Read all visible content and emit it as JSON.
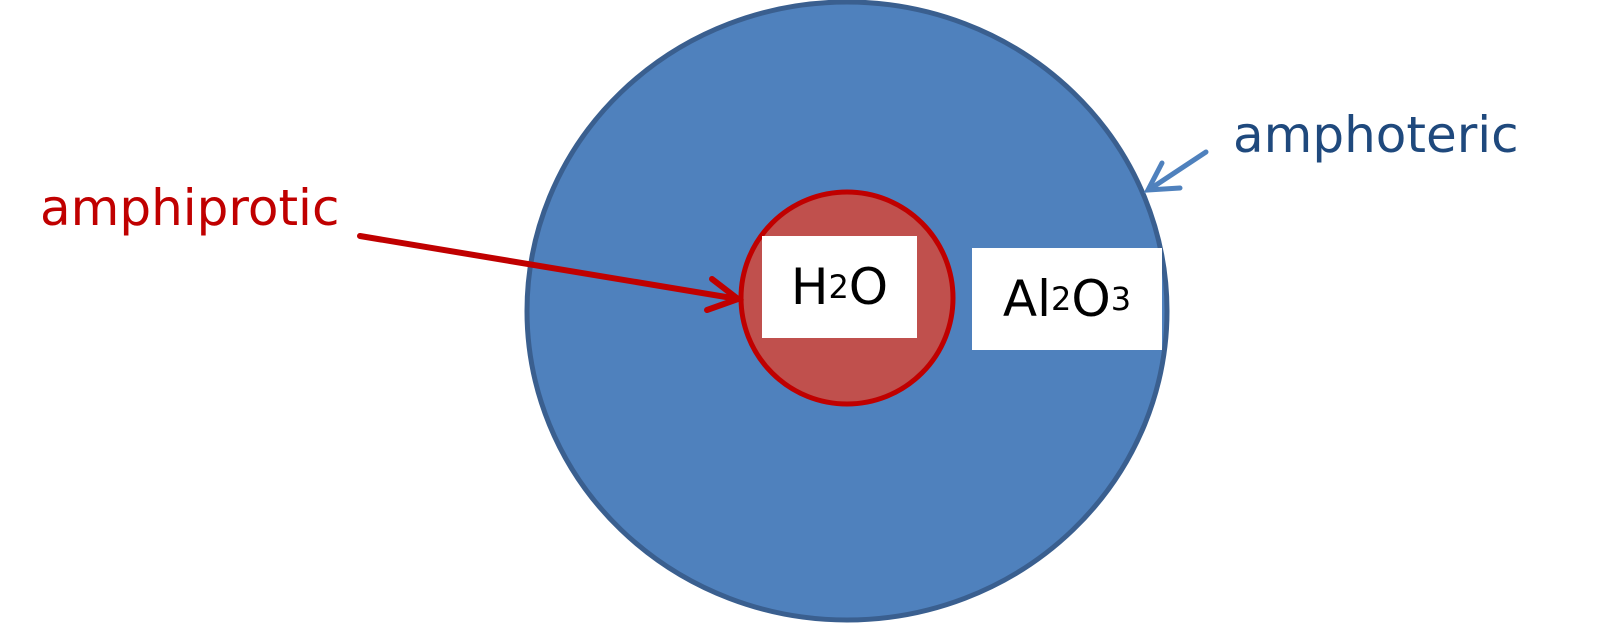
{
  "labels": {
    "amphiprotic": "amphiprotic",
    "amphoteric": "amphoteric"
  },
  "compounds": {
    "water": {
      "base1": "H",
      "sub1": "2",
      "base2": "O"
    },
    "alumina": {
      "base1": "Al",
      "sub1": "2",
      "base2": "O",
      "sub2": "3"
    }
  },
  "colors": {
    "outer_fill": "#4f81bd",
    "outer_stroke": "#3a5f8f",
    "inner_fill": "#c0504d",
    "inner_stroke": "#c00000",
    "amphiprotic_text": "#c00000",
    "amphoteric_text": "#1f497d",
    "amphoteric_arrow": "#4f81bd"
  }
}
